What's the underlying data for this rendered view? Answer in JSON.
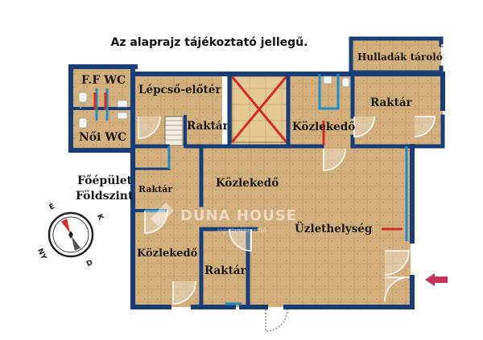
{
  "title": "Az alaprajz tájékoztató jellegű.",
  "building_label": [
    "Főépület",
    "Földszint"
  ],
  "rooms": {
    "waste_storage": "Hulladák tároló",
    "ff_wc": "F.F WC",
    "noi_wc": "Női WC",
    "stair_lobby": "Lépcső-előtér",
    "storage_small": "Raktár",
    "corridor_top": "Közlekedő",
    "storage_right": "Raktár",
    "storage_left": "Raktár",
    "corridor_center": "Közlekedő",
    "shop": "Üzlethelység",
    "corridor_left": "Közlekedő",
    "storage_bottom": "Raktár"
  },
  "watermark": {
    "brand": "DUNA HOUSE",
    "sub": "Ingatlanközvetítő"
  },
  "compass": {
    "labels": [
      "É",
      "K",
      "D",
      "NY"
    ]
  },
  "colors": {
    "wall": "#173e78",
    "floor": "#d2b07d",
    "accent": "#1e8ccd",
    "cross": "#d42b24",
    "arrow": "#c8325a"
  }
}
